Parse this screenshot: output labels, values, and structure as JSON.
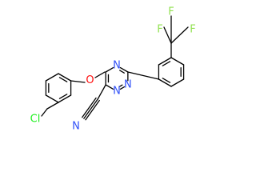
{
  "molecule": {
    "atoms": {
      "oxygen": "O",
      "nitrogen_ring_top": "N",
      "nitrogen_ring_right": "N",
      "nitrogen_ring_bottom": "N",
      "chlorine": "Cl",
      "nitrile_nitrogen": "N",
      "fluorine_left": "F",
      "fluorine_top": "F",
      "fluorine_right": "F"
    }
  },
  "colors": {
    "oxygen": "#ff0d0d",
    "nitrogen": "#3050f8",
    "chlorine": "#1ff01f",
    "fluorine": "#90e050",
    "carbon_bond": "#000000",
    "background": "#ffffff"
  }
}
